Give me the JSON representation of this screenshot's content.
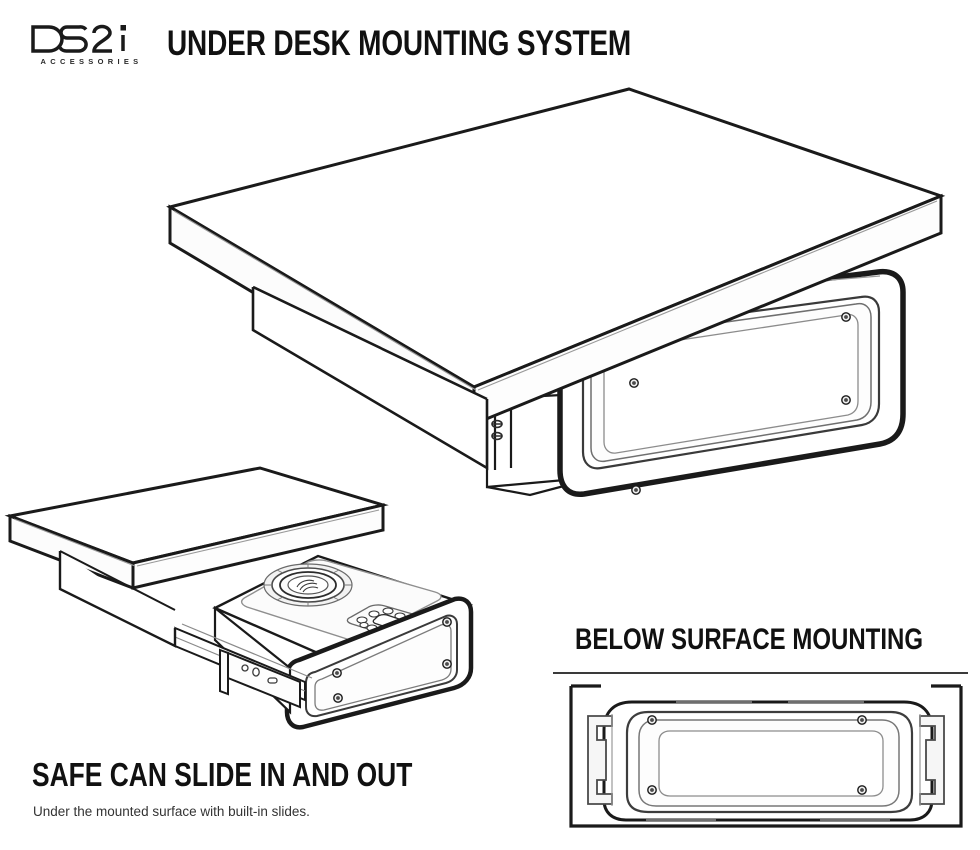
{
  "brand": {
    "logo_text": "DS2i",
    "logo_subtitle": "ACCESSORIES"
  },
  "header": {
    "title": "UNDER DESK MOUNTING SYSTEM"
  },
  "sections": {
    "below_surface": {
      "heading": "BELOW SURFACE MOUNTING"
    },
    "slide": {
      "heading": "SAFE CAN SLIDE IN AND OUT",
      "caption": "Under the mounted surface with built-in slides."
    }
  },
  "colors": {
    "background": "#ffffff",
    "ink": "#111111",
    "line": "#1a1a1a",
    "hairline": "#555555",
    "rule": "#3a3a3a",
    "shade": "#f4f4f4"
  },
  "illustrations": {
    "main": {
      "name": "desk-with-mounted-safe",
      "description": "Isometric desk surface with safe mounted underneath, front bezel with four corner screws"
    },
    "slide_out": {
      "name": "safe-slid-out-under-surface",
      "description": "Isometric mounted surface with safe extended on telescoping slide rails, showing fingerprint reader and keypad on top face"
    },
    "elevation": {
      "name": "below-surface-mounting-elevation",
      "description": "Front elevation of safe held in mounting channel with side bracket clips"
    }
  }
}
